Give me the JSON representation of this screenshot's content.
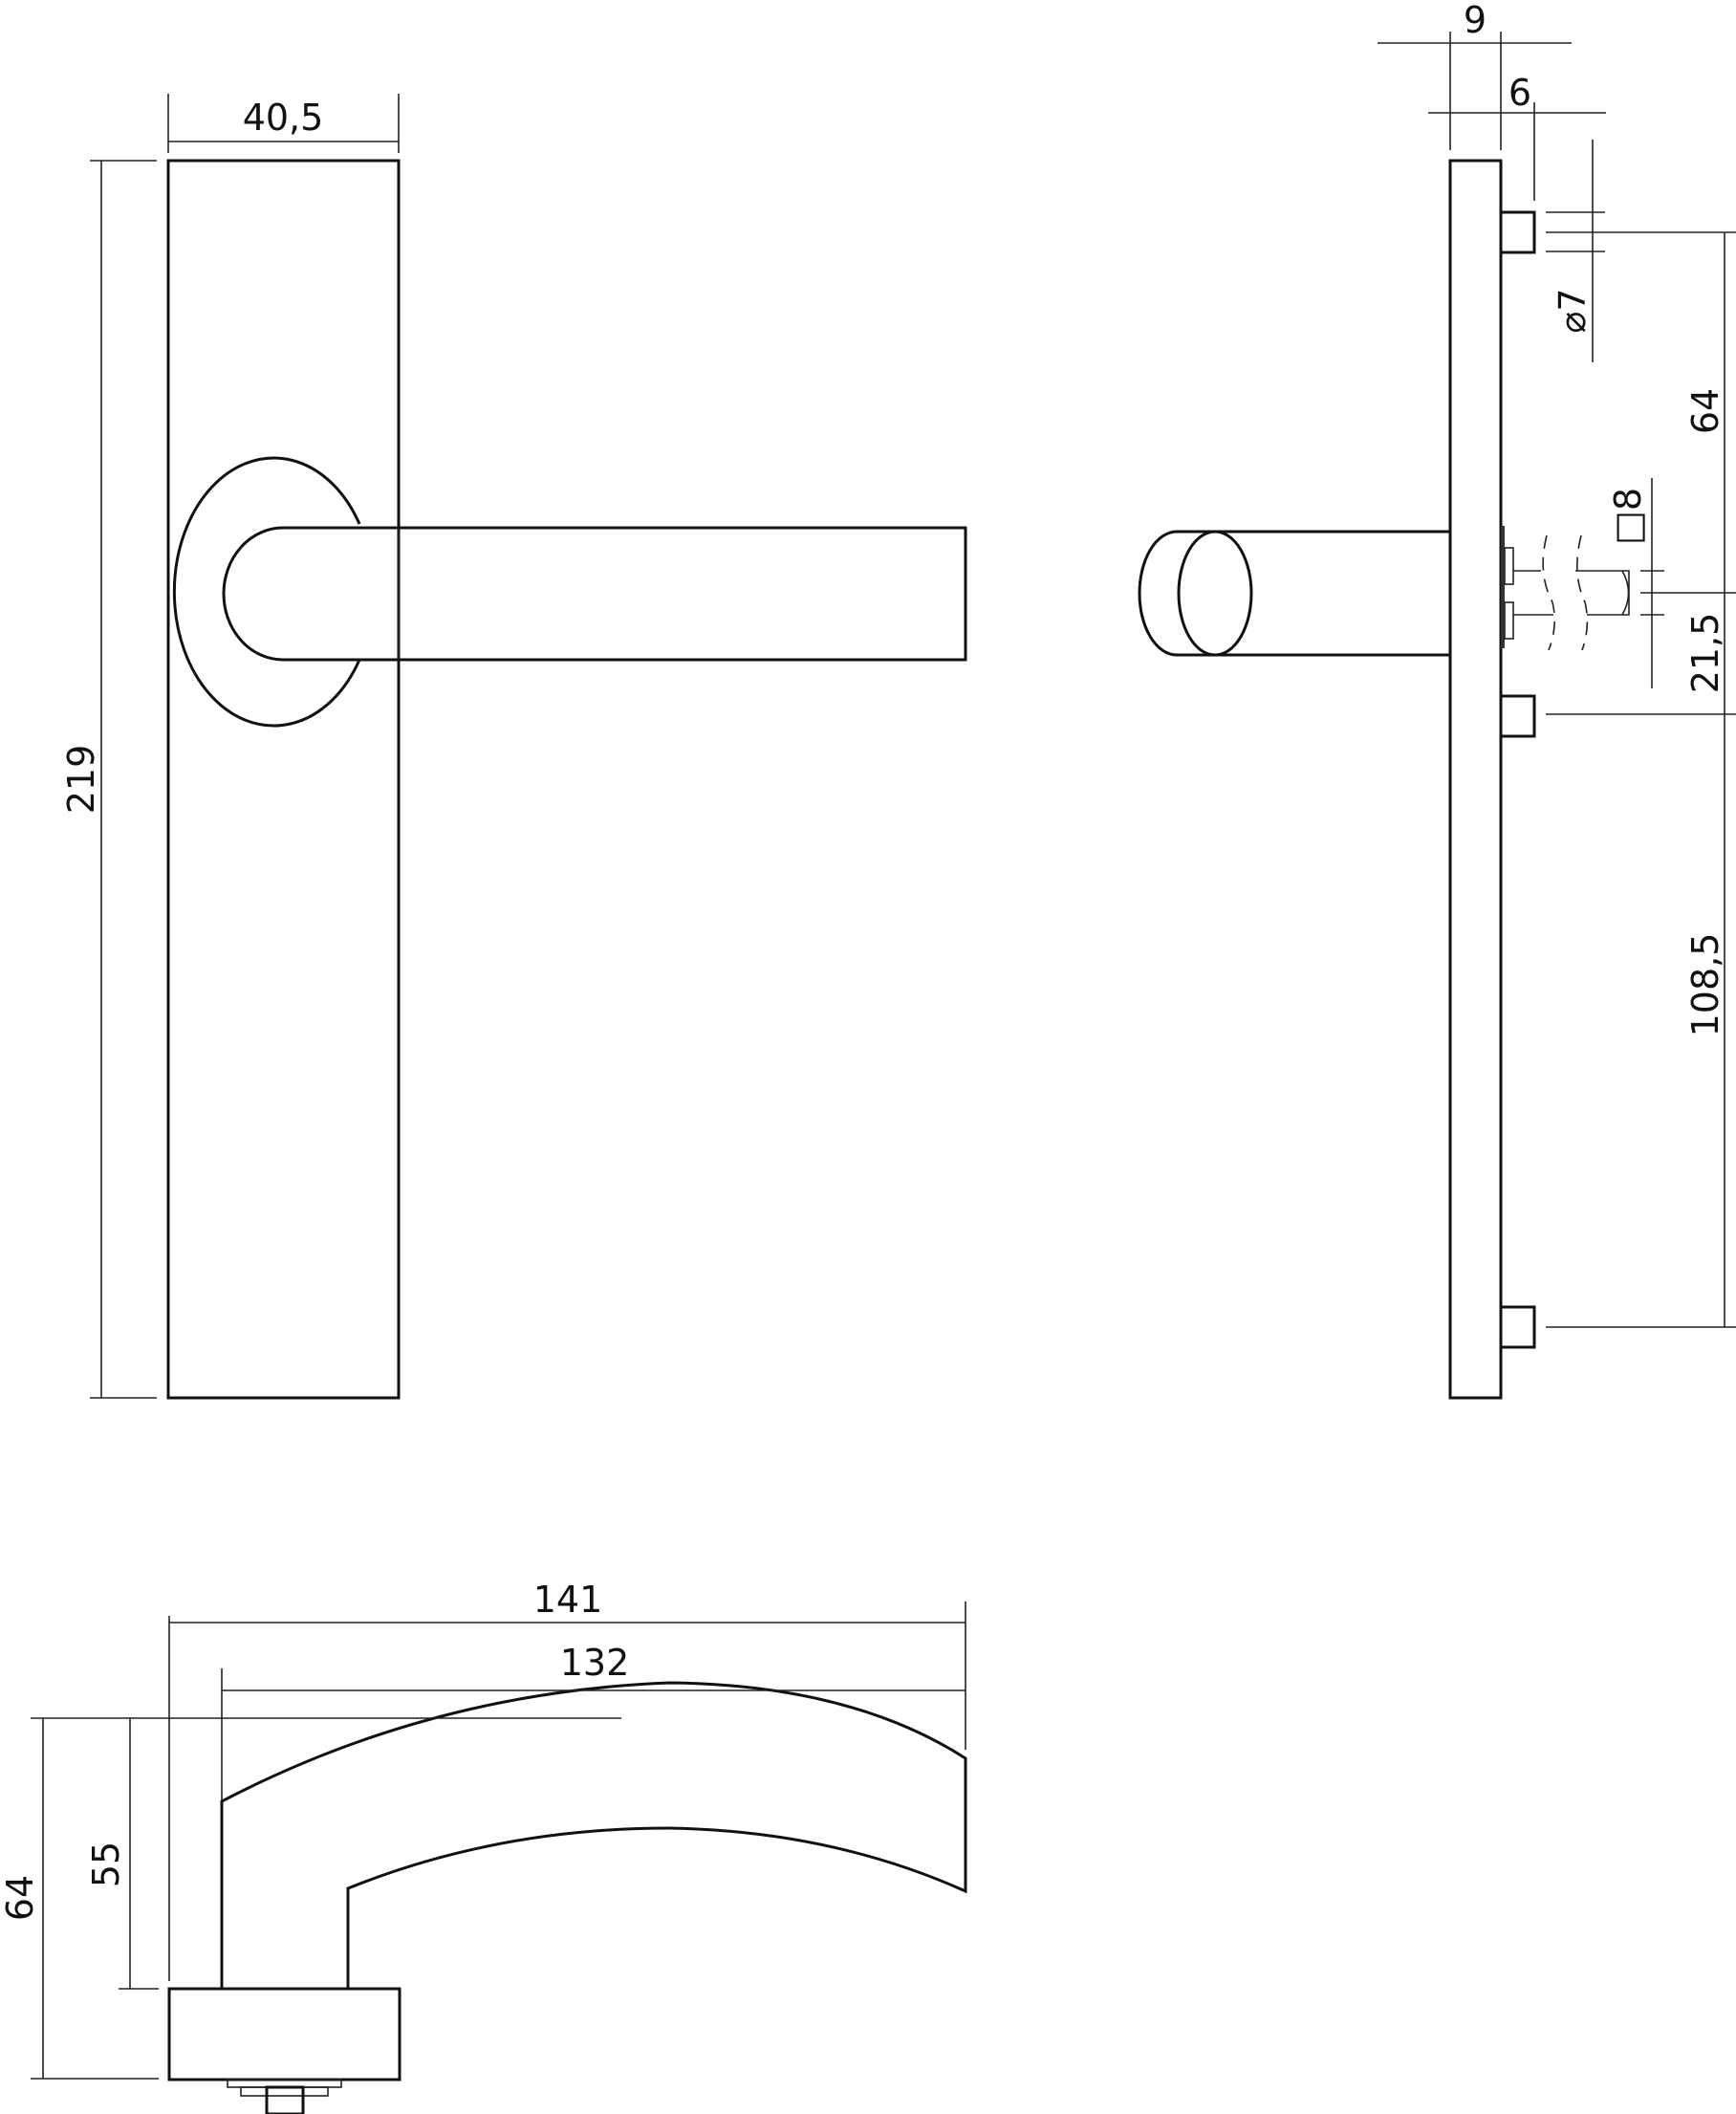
{
  "drawing": {
    "subject": "Door lever handle on rectangular backplate",
    "views": [
      "front-view",
      "side-view",
      "top-view"
    ],
    "line_color": "#111111",
    "background": "#ffffff"
  },
  "dimensions": {
    "front_plate_width": "40,5",
    "front_plate_height": "219",
    "side_total_depth": "9",
    "side_plate_thickness": "6",
    "screw_hole_diameter": "⌀7",
    "spindle_square": "□8",
    "screw_spacing_top": "64",
    "spindle_offset": "21,5",
    "screw_spacing_bottom": "108,5",
    "lever_projection_total": "141",
    "lever_projection_from_rose": "132",
    "lever_height_total": "64",
    "lever_height_above_plate": "55"
  }
}
